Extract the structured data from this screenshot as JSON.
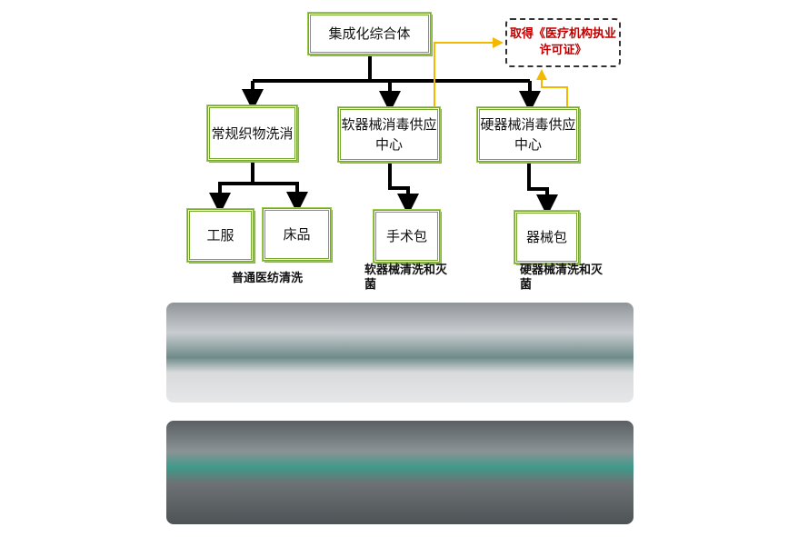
{
  "root": "集成化综合体",
  "certificate": "取得《医疗机构执业许可证》",
  "branches": [
    {
      "title": "常规织物洗消",
      "children": [
        "工服",
        "床品"
      ],
      "caption": "普通医纺清洗"
    },
    {
      "title": "软器械消毒供应中心",
      "children": [
        "手术包"
      ],
      "caption": "软器械清洗和灭菌"
    },
    {
      "title": "硬器械消毒供应中心",
      "children": [
        "器械包"
      ],
      "caption": "硬器械清洗和灭菌"
    }
  ],
  "colors": {
    "box_border": "#76a830",
    "arrow": "#000000",
    "cert_arrow": "#f5b800",
    "cert_text": "#c00000"
  }
}
